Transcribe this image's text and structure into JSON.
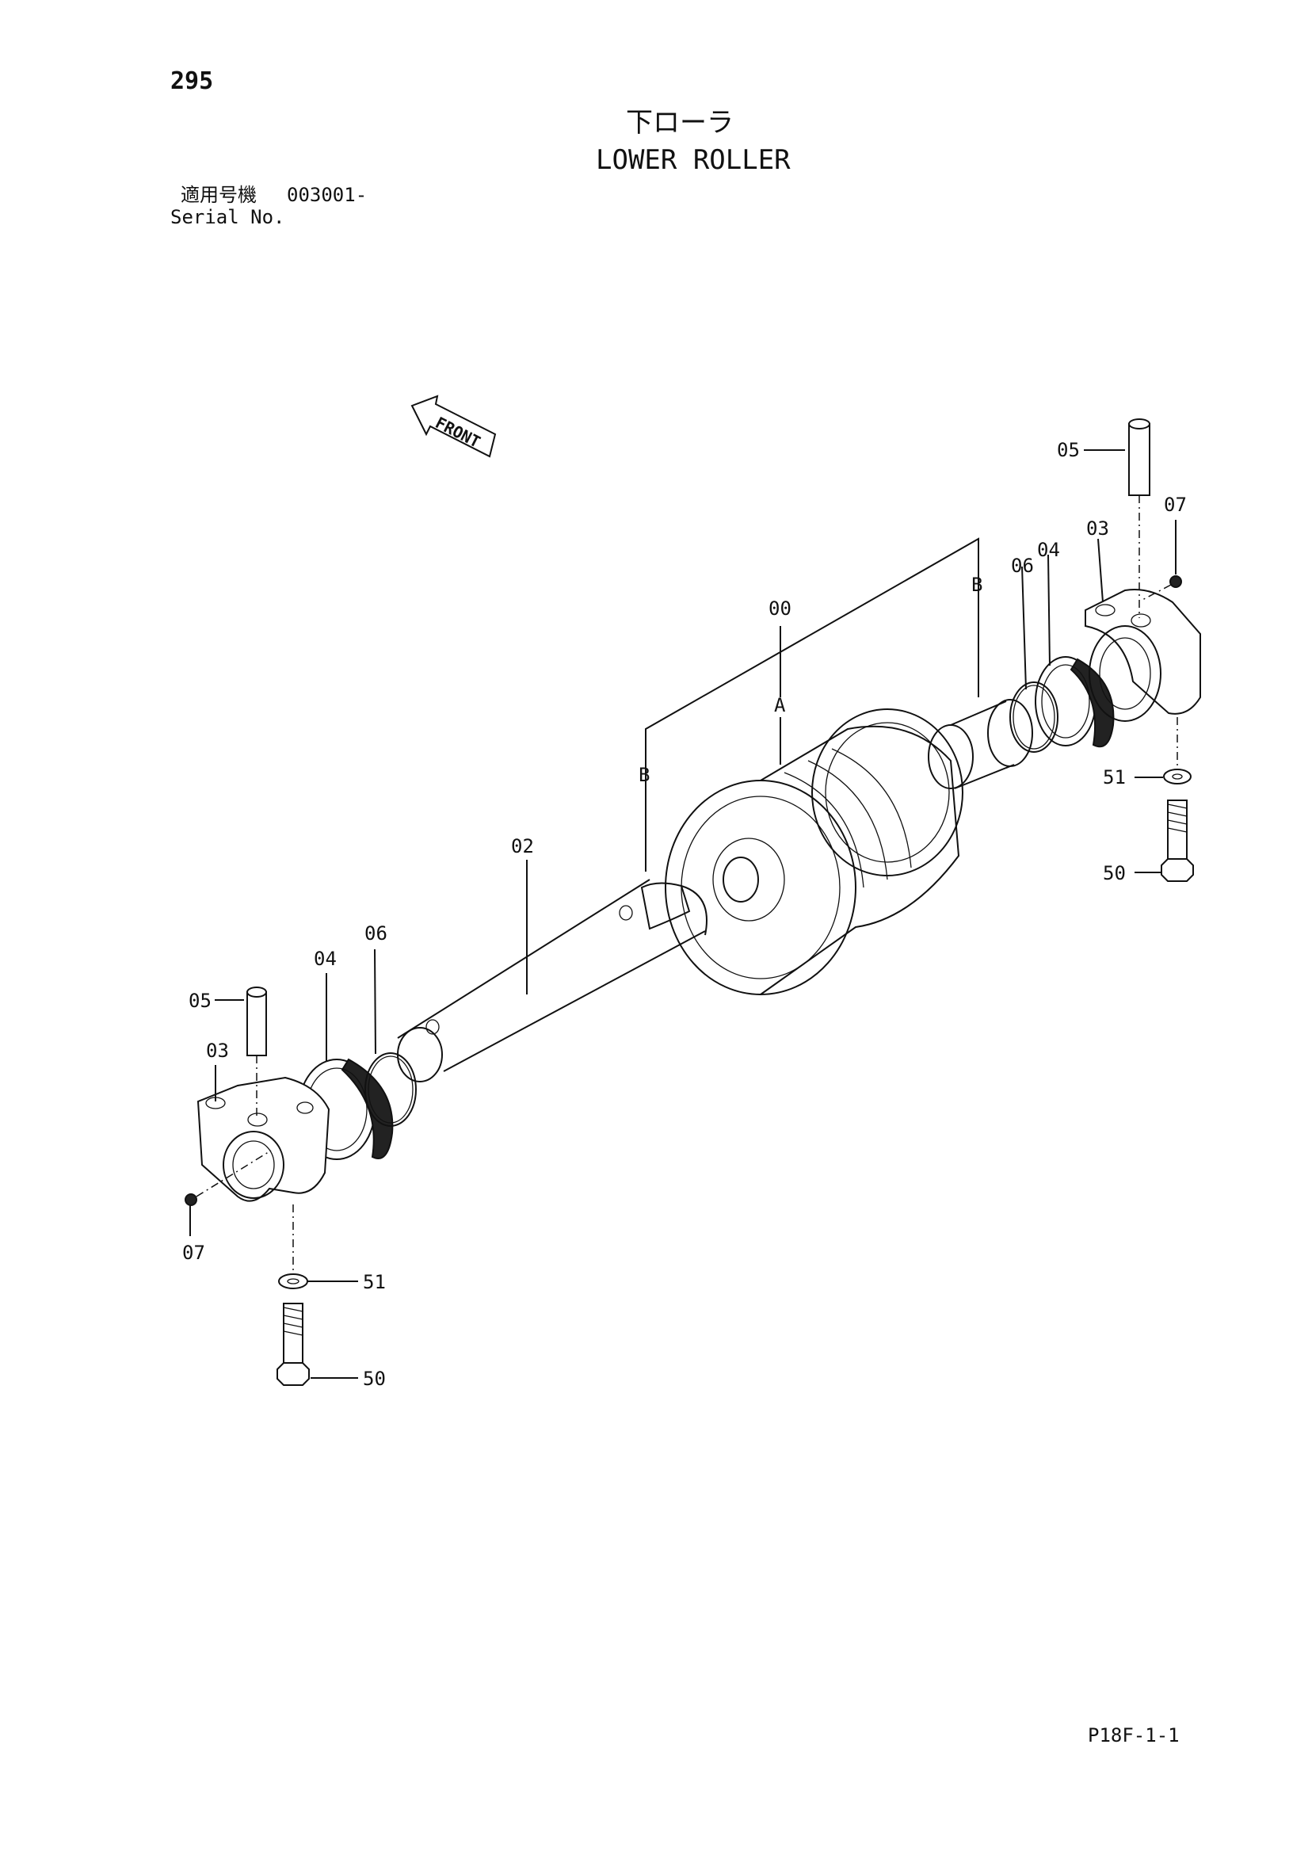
{
  "page_number": "295",
  "title_jp": "下ローラ",
  "title_en": "LOWER ROLLER",
  "serial_label_jp": "適用号機",
  "serial_value": "003001-",
  "serial_label_en": "Serial No.",
  "front_label": "FRONT",
  "footer_code": "P18F-1-1",
  "callouts": {
    "c00": "00",
    "cA": "A",
    "cB1": "B",
    "cB2": "B",
    "c02": "02",
    "c03_left": "03",
    "c03_right": "03",
    "c04_left": "04",
    "c04_right": "04",
    "c05_left": "05",
    "c05_right": "05",
    "c06_left": "06",
    "c06_right": "06",
    "c07_left": "07",
    "c07_right": "07",
    "c50_left": "50",
    "c50_right": "50",
    "c51_left": "51",
    "c51_right": "51"
  }
}
